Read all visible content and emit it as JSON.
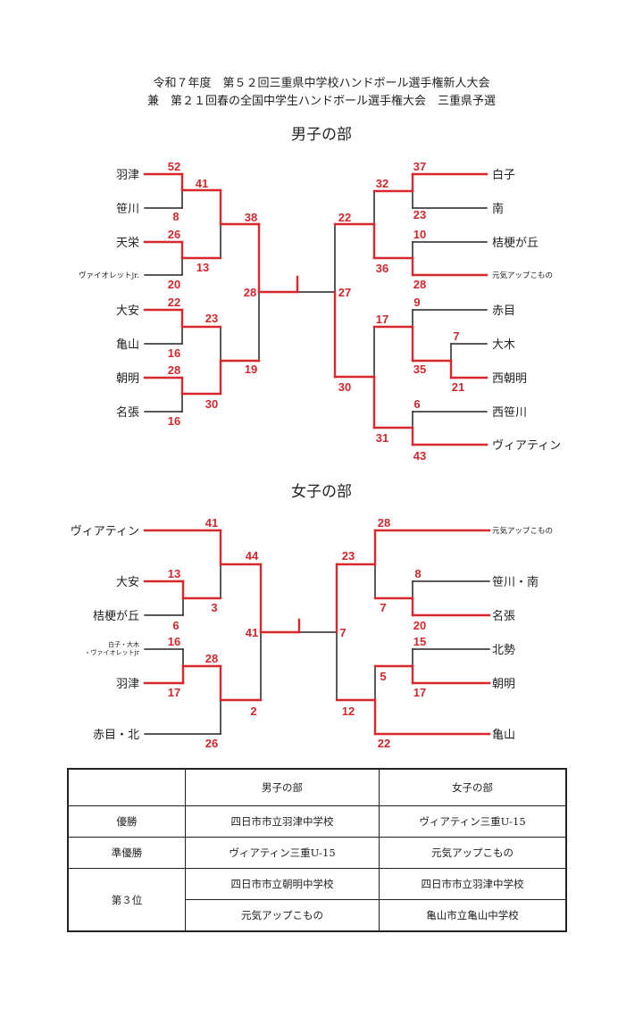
{
  "header": {
    "line1": "令和７年度　第５２回三重県中学校ハンドボール選手権新人大会",
    "line2": "兼　第２１回春の全国中学生ハンドボール選手権大会　三重県予選"
  },
  "colors": {
    "winner_line": "#d9272e",
    "score": "#d0282e",
    "line": "#222222"
  },
  "boys": {
    "title": "男子の部",
    "left_teams": [
      "羽津",
      "笹川",
      "天栄",
      "ヴァイオレットjr.",
      "大安",
      "亀山",
      "朝明",
      "名張"
    ],
    "right_teams": [
      "白子",
      "南",
      "桔梗が丘",
      "元気アップこもの",
      "赤目",
      "大木",
      "西朝明",
      "西笹川",
      "ヴィアティン"
    ],
    "left_scores": {
      "r1": [
        "52",
        "8",
        "26",
        "20",
        "22",
        "16",
        "28",
        "16"
      ],
      "r2": [
        "41",
        "13",
        "23",
        "30"
      ],
      "sf": [
        "38",
        "19"
      ],
      "final": "28"
    },
    "right_scores": {
      "r1": [
        "37",
        "23",
        "10",
        "28",
        "9",
        "7",
        "21",
        "6",
        "43"
      ],
      "r2": [
        "32",
        "36",
        "35",
        "17",
        "31"
      ],
      "sf": [
        "22",
        "30"
      ],
      "final": "27"
    }
  },
  "girls": {
    "title": "女子の部",
    "left_teams": [
      "ヴィアティン",
      "大安",
      "桔梗が丘",
      "白子・大木",
      "・ヴァイオレットjr",
      "羽津",
      "赤目・北"
    ],
    "right_teams": [
      "元気アップこもの",
      "笹川・南",
      "名張",
      "北勢",
      "朝明",
      "亀山"
    ],
    "left_scores": {
      "r1": [
        "41",
        "13",
        "6",
        "16",
        "17",
        "26"
      ],
      "r2": [
        "3",
        "28"
      ],
      "sf": [
        "44",
        "2"
      ],
      "final": "41"
    },
    "right_scores": {
      "r1": [
        "28",
        "8",
        "20",
        "15",
        "17",
        "22"
      ],
      "r2": [
        "7",
        "5"
      ],
      "sf": [
        "23",
        "12"
      ],
      "final": "7"
    }
  },
  "results_table": {
    "headers": [
      "",
      "男子の部",
      "女子の部"
    ],
    "rows": [
      {
        "label": "優勝",
        "boys": "四日市市立羽津中学校",
        "girls": "ヴィアティン三重U-15"
      },
      {
        "label": "準優勝",
        "boys": "ヴィアティン三重U-15",
        "girls": "元気アップこもの"
      },
      {
        "label": "第３位",
        "boys": "四日市市立朝明中学校",
        "girls": "四日市市立羽津中学校"
      },
      {
        "label": "",
        "boys": "元気アップこもの",
        "girls": "亀山市立亀山中学校"
      }
    ]
  }
}
